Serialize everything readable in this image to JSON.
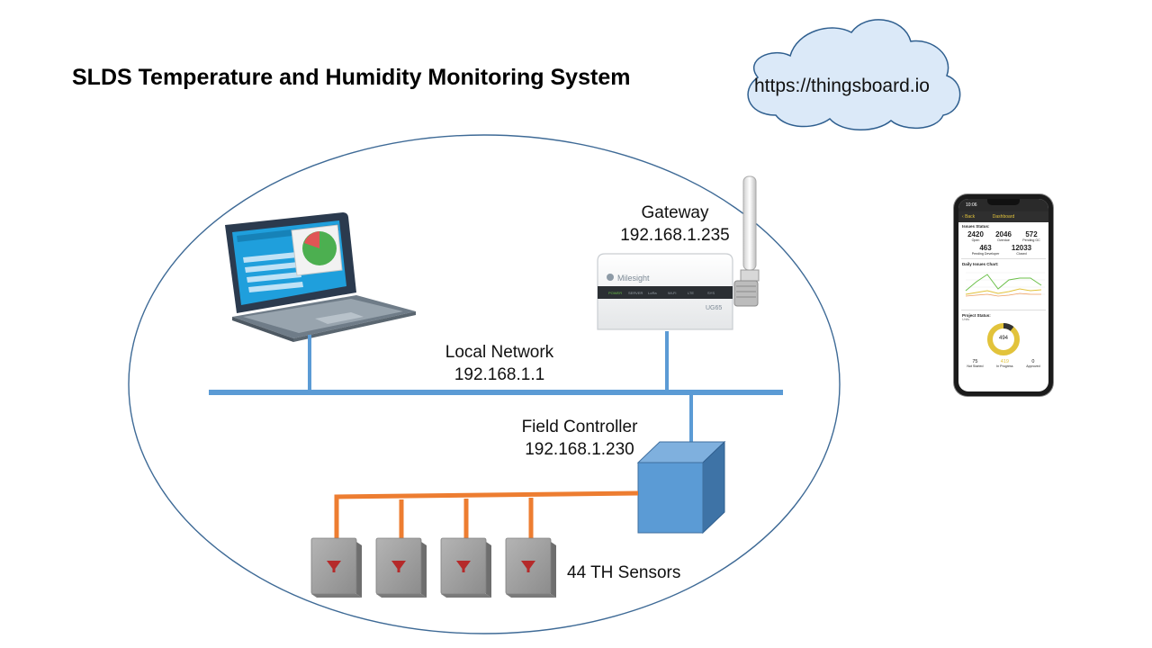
{
  "title": "SLDS Temperature and Humidity Monitoring System",
  "cloud": {
    "url": "https://thingsboard.io"
  },
  "gateway": {
    "name": "Gateway",
    "ip": "192.168.1.235",
    "brand": "Milesight",
    "model": "UG65",
    "leds": [
      "POWER",
      "SERVER",
      "LoRa",
      "Wi-Fi",
      "LTE",
      "SYS"
    ]
  },
  "network": {
    "name": "Local Network",
    "ip": "192.168.1.1"
  },
  "controller": {
    "name": "Field Controller",
    "ip": "192.168.1.230"
  },
  "sensors": {
    "label": "44 TH Sensors"
  },
  "phone": {
    "time": "10:06",
    "back": "Back",
    "header": "Dashboard",
    "issues_title": "Issues Status:",
    "stats": [
      {
        "value": "2420",
        "label": "Open"
      },
      {
        "value": "2046",
        "label": "Overdue"
      },
      {
        "value": "572",
        "label": "Pending GC"
      },
      {
        "value": "463",
        "label": "Pending Developer"
      },
      {
        "value": "12033",
        "label": "Closed"
      }
    ],
    "chart_title": "Daily Issues Chart:",
    "project_title": "Project Status:",
    "units": "Units",
    "donut_value": "494",
    "footer": [
      {
        "value": "75",
        "label": "Not Started"
      },
      {
        "value": "419",
        "label": "In Progress"
      },
      {
        "value": "0",
        "label": "Approved"
      }
    ]
  },
  "colors": {
    "ellipse": "#3e6a96",
    "network_bus": "#5b9bd5",
    "sensor_bus": "#ed7d31",
    "controller": "#5b9bd5",
    "cloud_fill": "#dbe9f8",
    "accent_yellow": "#e2c33b"
  }
}
